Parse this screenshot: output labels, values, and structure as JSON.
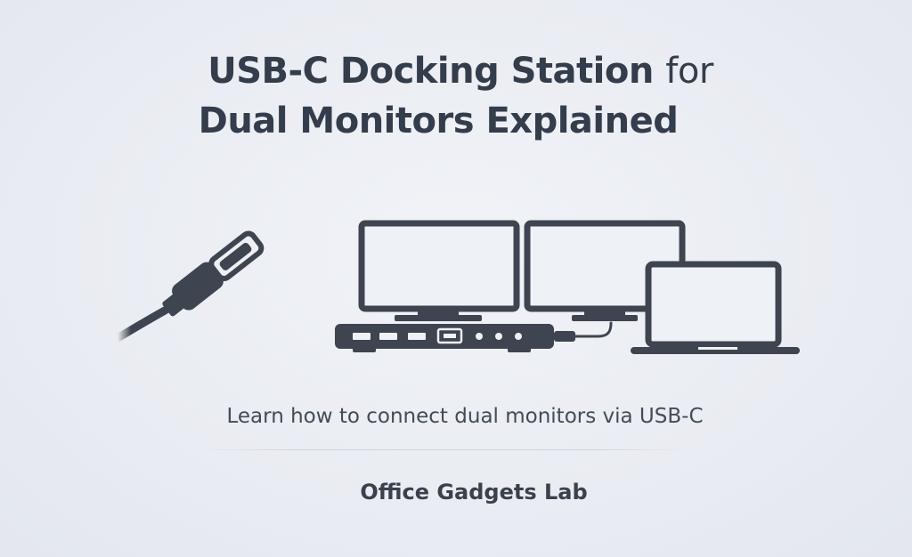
{
  "header": {
    "title_bold_1": "USB-C Docking Station",
    "title_light_1": "for",
    "title_line_2": "Dual Monitors Explained"
  },
  "subtitle": "Learn how to connect dual monitors via USB-C",
  "brand": "Office Gadgets Lab",
  "colors": {
    "background": "#eceff4",
    "ink": "#3e4550",
    "text": "#343d4b"
  },
  "illustration": {
    "icons": [
      "usb-c-cable-icon",
      "monitor-icon",
      "monitor-icon",
      "laptop-icon",
      "docking-station-icon"
    ]
  }
}
